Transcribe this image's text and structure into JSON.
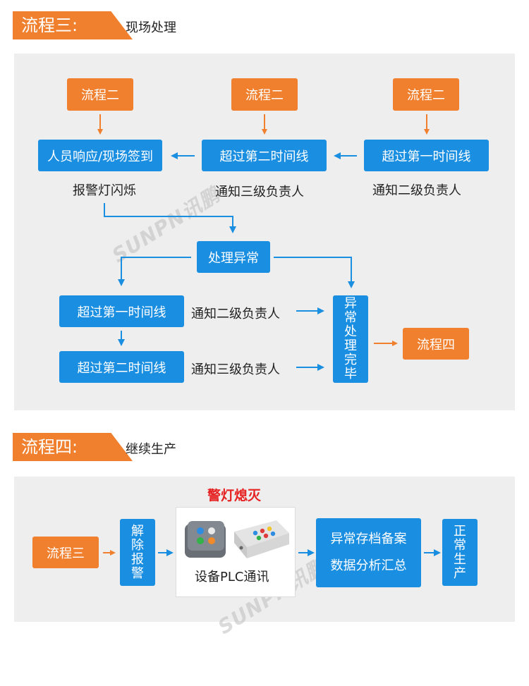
{
  "section3": {
    "tag": "流程三:",
    "subtitle": "现场处理",
    "top_inputs": [
      "流程二",
      "流程二",
      "流程二"
    ],
    "row1": {
      "response": "人员响应/现场签到",
      "second_timeline": "超过第二时间线",
      "first_timeline": "超过第一时间线"
    },
    "row1_notes": {
      "alarm_flash": "报警灯闪烁",
      "notify_level3": "通知三级负责人",
      "notify_level2": "通知二级负责人"
    },
    "handle": "处理异常",
    "lower": {
      "first_timeline": "超过第一时间线",
      "first_notify": "通知二级负责人",
      "second_timeline": "超过第二时间线",
      "second_notify": "通知三级负责人",
      "done": "异常处理完毕",
      "next": "流程四"
    }
  },
  "section4": {
    "tag": "流程四:",
    "subtitle": "继续生产",
    "alert": "警灯熄灭",
    "start": "流程三",
    "release": "解除报警",
    "device_label": "设备PLC通讯",
    "archive_line1": "异常存档备案",
    "archive_line2": "数据分析汇总",
    "resume": "正常生产"
  },
  "colors": {
    "orange": "#f07f2e",
    "blue": "#1a8ee1",
    "panel": "#eeeeee",
    "alert": "#e62222"
  }
}
